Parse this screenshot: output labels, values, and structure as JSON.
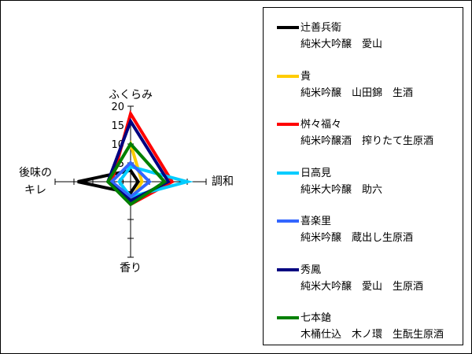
{
  "chart_data": {
    "type": "radar",
    "axes": [
      "ふくらみ",
      "調和",
      "香り",
      "後味のキレ"
    ],
    "axis_labels": {
      "top": "ふくらみ",
      "right": "調和",
      "bottom": "香り",
      "left_line1": "後味の",
      "left_line2": "キレ"
    },
    "ticks": [
      "0",
      "5",
      "10",
      "15",
      "20"
    ],
    "rmax": 20,
    "series": [
      {
        "name": "辻善兵衛",
        "sub": "純米大吟醸　愛山",
        "color": "#000000",
        "values": [
          3,
          2,
          3,
          14
        ]
      },
      {
        "name": "貴",
        "sub": "純米吟醸　山田錦　生酒",
        "color": "#ffcc00",
        "values": [
          10,
          3,
          5,
          6
        ]
      },
      {
        "name": "桝々福々",
        "sub": "純米吟醸酒　搾りたて生原酒",
        "color": "#ff0000",
        "values": [
          18,
          11,
          6,
          5
        ]
      },
      {
        "name": "日高見",
        "sub": "純米大吟醸　助六",
        "color": "#00ccff",
        "values": [
          4,
          15,
          4,
          3
        ]
      },
      {
        "name": "喜楽里",
        "sub": "純米吟醸　蔵出し生原酒",
        "color": "#3366ff",
        "values": [
          5,
          5,
          4,
          5
        ]
      },
      {
        "name": "秀鳳",
        "sub": "純米大吟醸　愛山　生原酒",
        "color": "#000080",
        "values": [
          16,
          10,
          5,
          6
        ]
      },
      {
        "name": "七本鎗",
        "sub": "木桶仕込　木ノ環　生酛生原酒",
        "color": "#008000",
        "values": [
          10,
          9,
          6,
          6
        ]
      }
    ]
  }
}
